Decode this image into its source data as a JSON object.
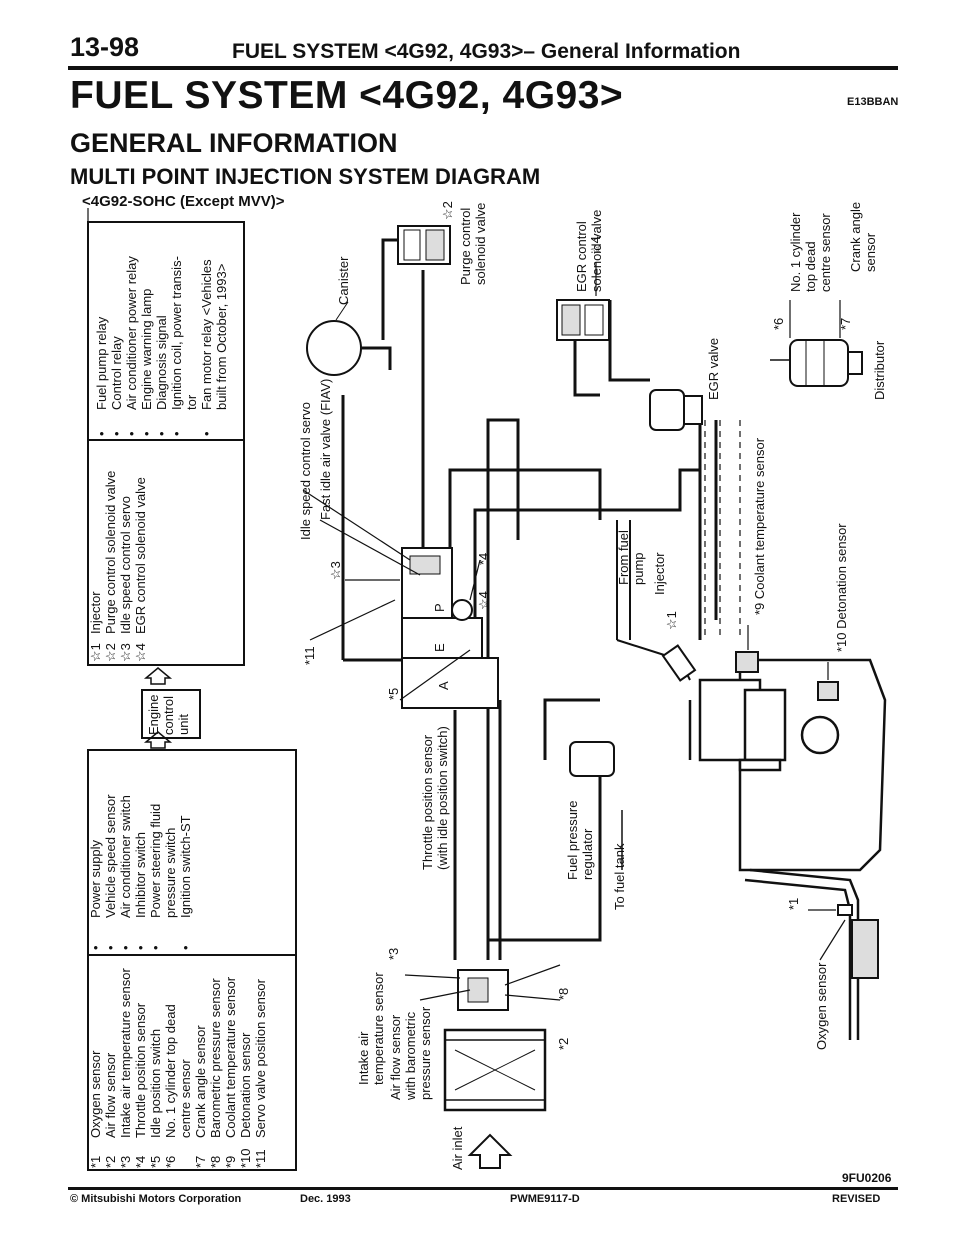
{
  "header": {
    "page_number": "13-98",
    "running_title": "FUEL SYSTEM <4G92, 4G93>– General Information"
  },
  "section": {
    "title": "FUEL SYSTEM <4G92, 4G93>",
    "code": "E13BBAN",
    "subtitle": "GENERAL INFORMATION",
    "diagram_title": "MULTI POINT INJECTION SYSTEM DIAGRAM",
    "variant": "<4G92-SOHC (Except MVV)>"
  },
  "sensor_list": [
    {
      "mark": "*1",
      "label": "Oxygen sensor"
    },
    {
      "mark": "*2",
      "label": "Air flow sensor"
    },
    {
      "mark": "*3",
      "label": "Intake air temperature sensor"
    },
    {
      "mark": "*4",
      "label": "Throttle position sensor"
    },
    {
      "mark": "*5",
      "label": "Idle position switch"
    },
    {
      "mark": "*6",
      "label": "No. 1 cylinder top dead"
    },
    {
      "mark": "",
      "label": "centre sensor"
    },
    {
      "mark": "*7",
      "label": "Crank angle sensor"
    },
    {
      "mark": "*8",
      "label": "Barometric pressure sensor"
    },
    {
      "mark": "*9",
      "label": "Coolant temperature sensor"
    },
    {
      "mark": "*10",
      "label": "Detonation sensor"
    },
    {
      "mark": "*11",
      "label": "Servo valve position sensor"
    }
  ],
  "input_list": [
    {
      "mark": "•",
      "label": "Power supply"
    },
    {
      "mark": "•",
      "label": "Vehicle speed sensor"
    },
    {
      "mark": "•",
      "label": "Air conditioner switch"
    },
    {
      "mark": "•",
      "label": "Inhibitor switch"
    },
    {
      "mark": "•",
      "label": "Power steering fluid"
    },
    {
      "mark": "",
      "label": "pressure switch"
    },
    {
      "mark": "•",
      "label": "Ignition switch-ST"
    }
  ],
  "ecu": {
    "line1": "Engine",
    "line2": "control",
    "line3": "unit"
  },
  "actuator_list": [
    {
      "mark": "☆1",
      "label": "Injector"
    },
    {
      "mark": "☆2",
      "label": "Purge control solenoid valve"
    },
    {
      "mark": "☆3",
      "label": "Idle speed control servo"
    },
    {
      "mark": "☆4",
      "label": "EGR control solenoid valve"
    }
  ],
  "output_list": [
    {
      "mark": "•",
      "label": "Fuel pump relay"
    },
    {
      "mark": "•",
      "label": "Control relay"
    },
    {
      "mark": "•",
      "label": "Air conditioner power relay"
    },
    {
      "mark": "•",
      "label": "Engine warning lamp"
    },
    {
      "mark": "•",
      "label": "Diagnosis signal"
    },
    {
      "mark": "•",
      "label": "Ignition coil, power transis-"
    },
    {
      "mark": "",
      "label": "tor"
    },
    {
      "mark": "•",
      "label": "Fan motor relay <Vehicles"
    },
    {
      "mark": "",
      "label": "built from October, 1993>"
    }
  ],
  "labels": {
    "canister": "Canister",
    "purge_1": "Purge control",
    "purge_2": "solenoid valve",
    "star2": "☆2",
    "egr_ctrl_1": "EGR control",
    "egr_ctrl_2": "solenoid valve",
    "star4_egr": "☆4",
    "tdc_1": "No. 1 cylinder",
    "tdc_2": "top dead",
    "tdc_3": "centre sensor",
    "mark6": "*6",
    "crank_1": "Crank angle",
    "crank_2": "sensor",
    "mark7": "*7",
    "distributor": "Distributor",
    "egr_valve": "EGR valve",
    "isc_servo": "Idle speed control servo",
    "fiav": "Fast idle air valve (FIAV)",
    "star3": "☆3",
    "mark11": "*11",
    "star4_tps": "☆4",
    "mark4": "*4",
    "from_fuel_1": "From fuel",
    "from_fuel_2": "pump",
    "injector": "Injector",
    "star1": "☆1",
    "coolant": "*9 Coolant temperature sensor",
    "detonation": "*10 Detonation sensor",
    "mark5": "*5",
    "tps_1": "Throttle position sensor",
    "tps_2": "(with idle position switch)",
    "fpr_1": "Fuel pressure",
    "fpr_2": "regulator",
    "to_tank": "To fuel tank",
    "mark1": "*1",
    "oxygen": "Oxygen sensor",
    "mark3": "*3",
    "mark8": "*8",
    "mark2": "*2",
    "iat_1": "Intake air",
    "iat_2": "temperature sensor",
    "afs_1": "Air flow sensor",
    "afs_2": "with barometric",
    "afs_3": "pressure sensor",
    "air_inlet": "Air inlet",
    "letter_p": "P",
    "letter_e": "E",
    "letter_a": "A",
    "fig_code": "9FU0206"
  },
  "footer": {
    "copyright": "© Mitsubishi Motors Corporation",
    "date": "Dec. 1993",
    "doc_code": "PWME9117-D",
    "revised": "REVISED"
  }
}
